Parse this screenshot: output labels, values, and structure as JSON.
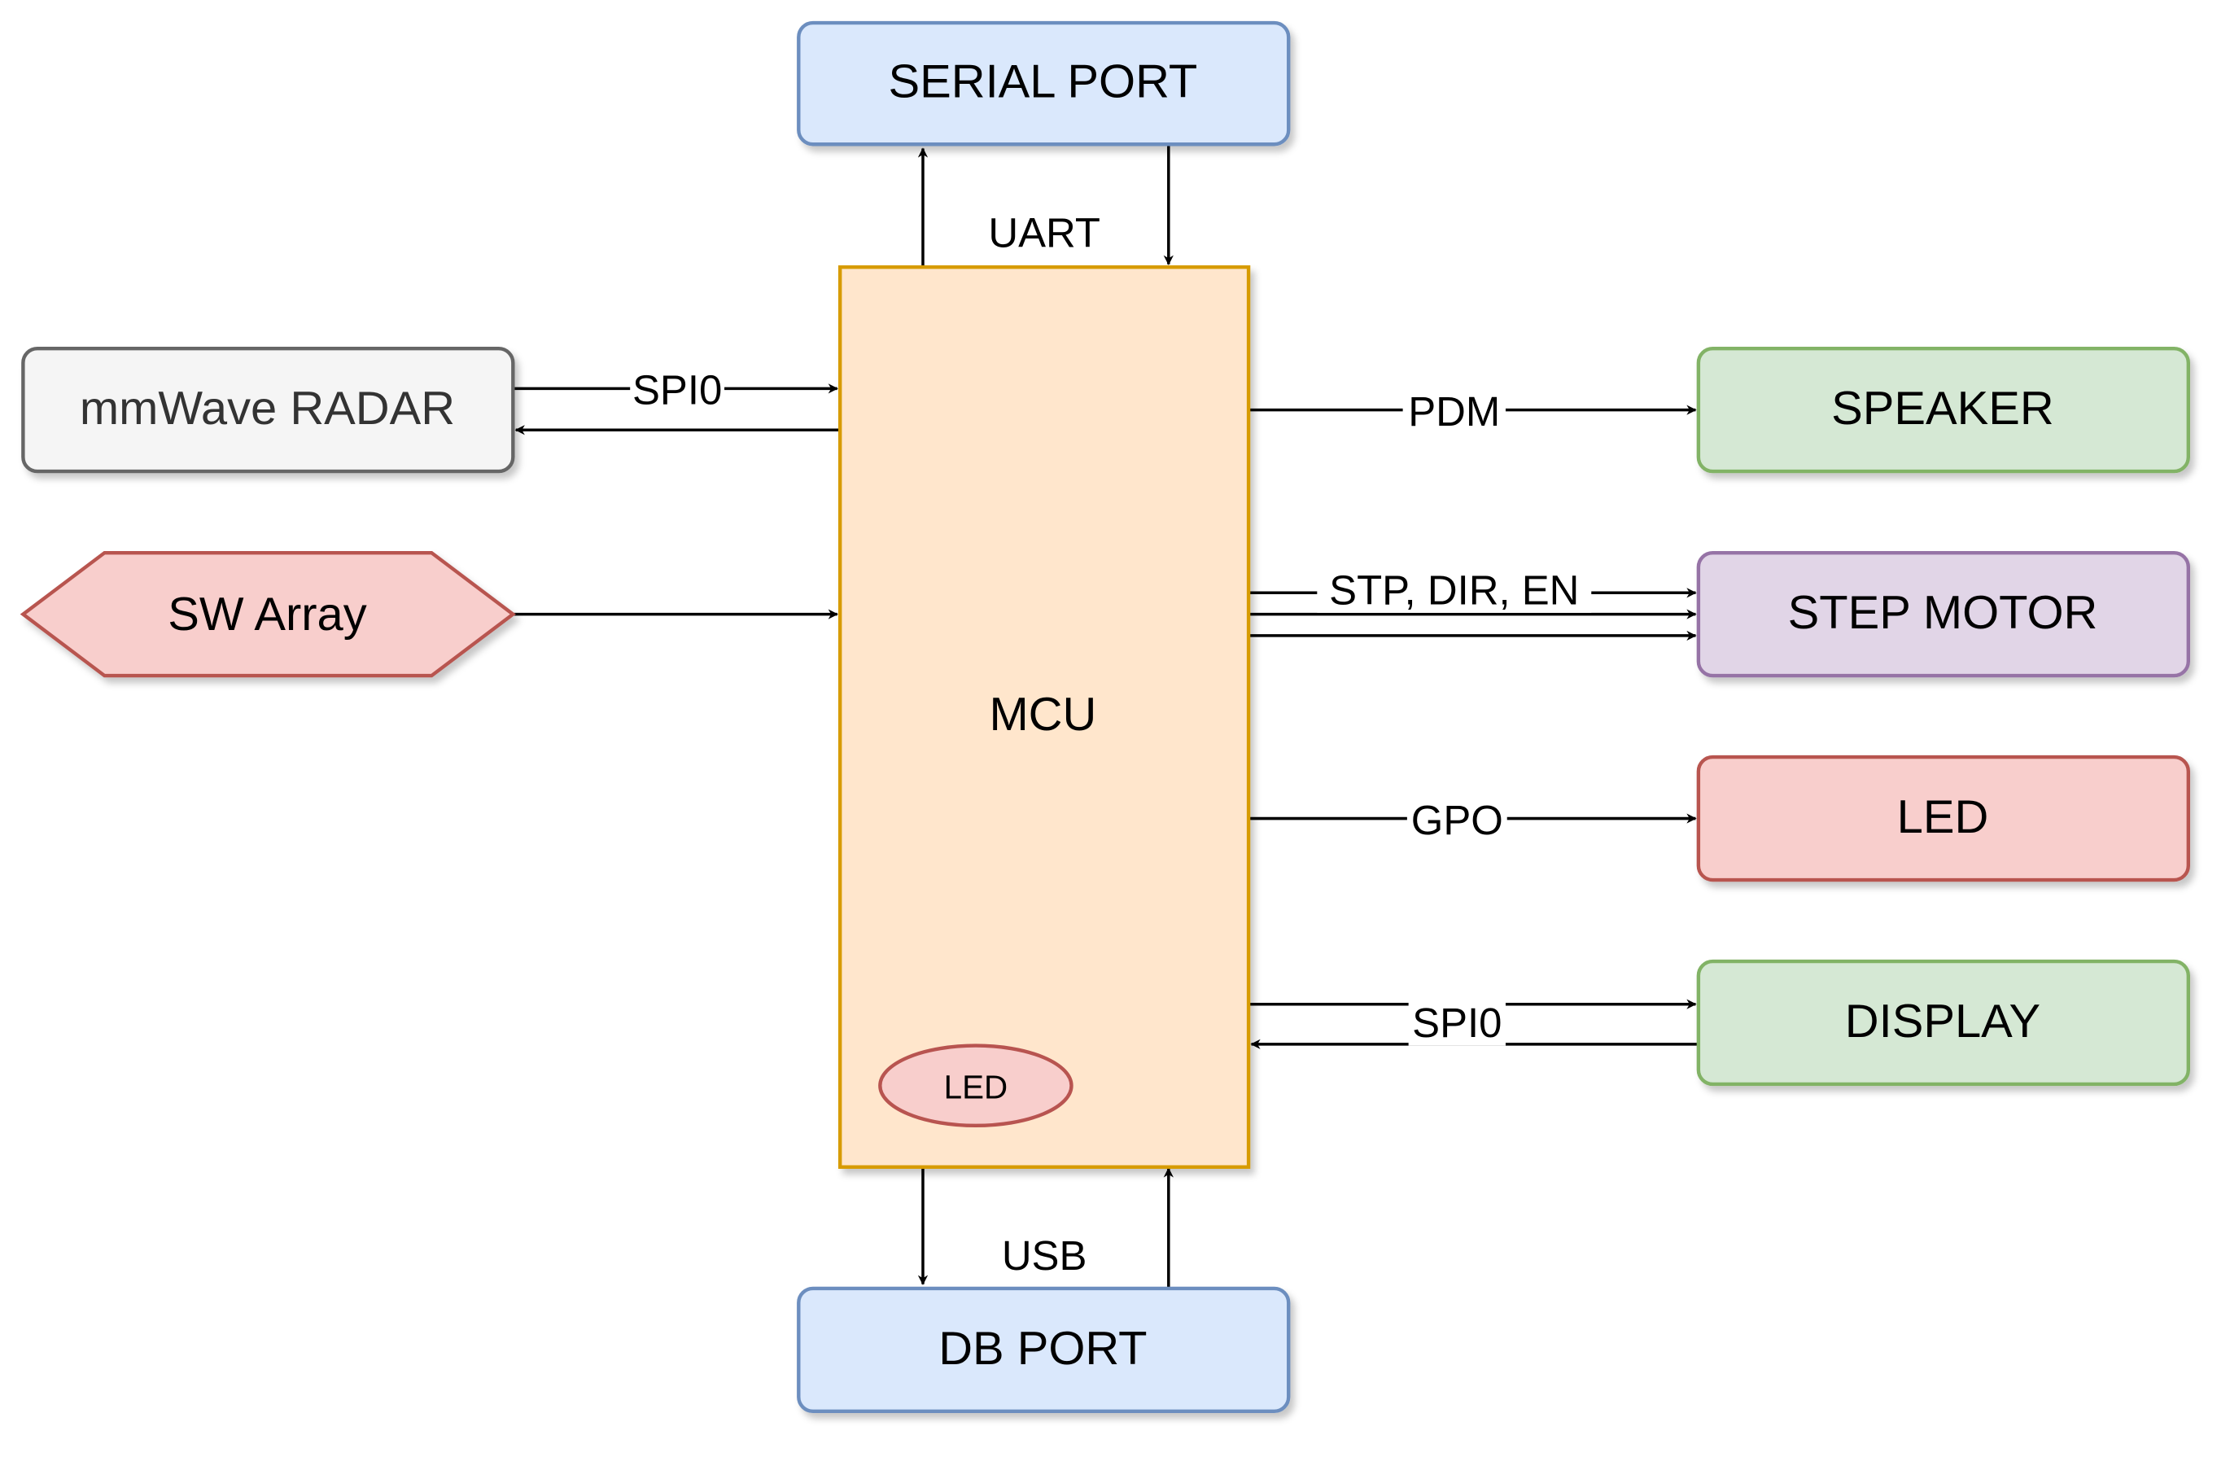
{
  "blocks": {
    "serial_port": "SERIAL PORT",
    "mcu": "MCU",
    "mcu_led": "LED",
    "db_port": "DB PORT",
    "radar": "mmWave RADAR",
    "sw_array": "SW Array",
    "speaker": "SPEAKER",
    "step_motor": "STEP MOTOR",
    "led": "LED",
    "display": "DISPLAY"
  },
  "connections": {
    "uart": "UART",
    "usb": "USB",
    "radar_spi": "SPI0",
    "pdm": "PDM",
    "step_signals": "STP, DIR, EN",
    "gpo": "GPO",
    "display_spi": "SPI0"
  },
  "colors": {
    "blue_fill": "#dae8fc",
    "blue_stroke": "#6c8ebf",
    "orange_fill": "#ffe6cc",
    "orange_stroke": "#d79b00",
    "gray_fill": "#f5f5f5",
    "gray_stroke": "#666666",
    "red_fill": "#f8cecc",
    "red_stroke": "#b85450",
    "green_fill": "#d5e8d4",
    "green_stroke": "#82b366",
    "purple_fill": "#e1d5e7",
    "purple_stroke": "#9673a6"
  }
}
